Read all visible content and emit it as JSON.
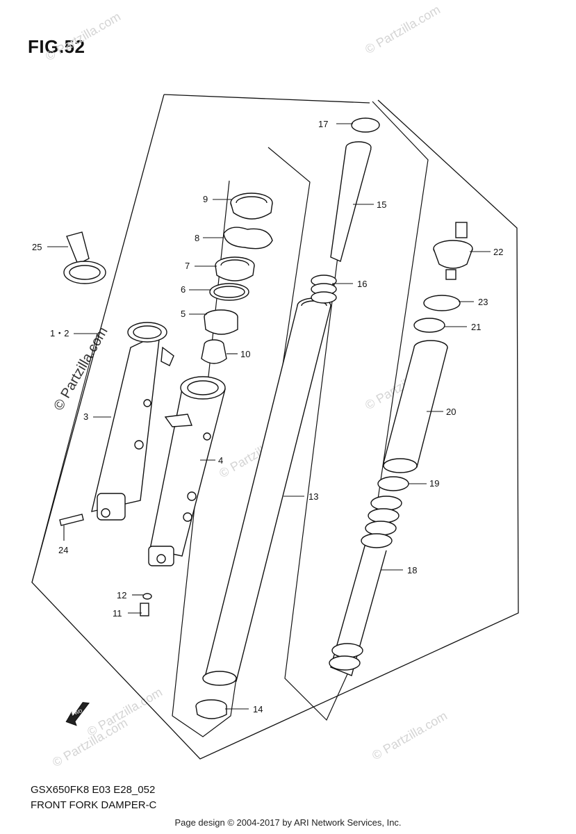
{
  "figure": {
    "title": "FIG.52",
    "code": "GSX650FK8 E03 E28_052",
    "name": "FRONT FORK DAMPER-C"
  },
  "copyright": "Page design © 2004-2017 by ARI Network Services, Inc.",
  "watermark": {
    "main": "© Partzilla.com",
    "faded": "© Partzilla.com"
  },
  "fwd_label": "FWD",
  "callouts": [
    "1・2",
    "3",
    "4",
    "5",
    "6",
    "7",
    "8",
    "9",
    "10",
    "11",
    "12",
    "13",
    "14",
    "15",
    "16",
    "17",
    "18",
    "19",
    "20",
    "21",
    "22",
    "23",
    "24",
    "25"
  ]
}
